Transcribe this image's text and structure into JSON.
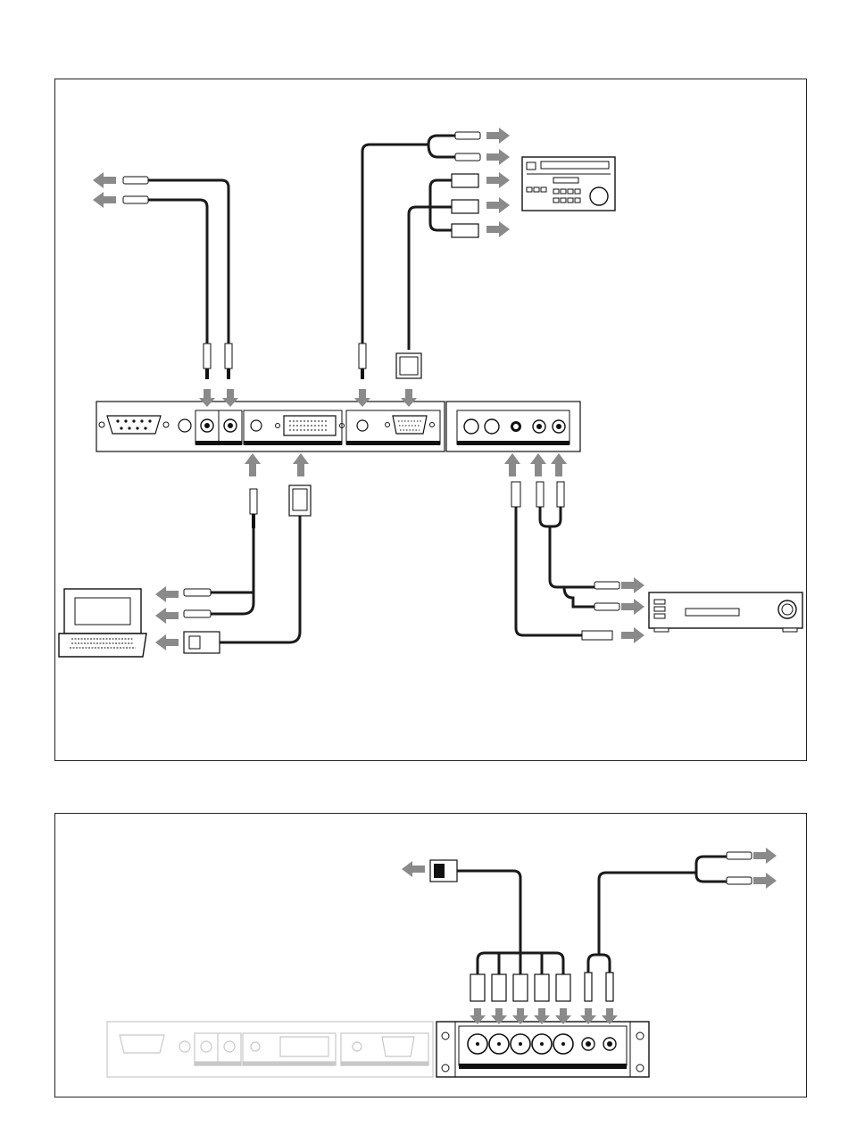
{
  "diagram": {
    "description_free": true,
    "panels": [
      {
        "id": "top",
        "devices": [
          "vcr-deck",
          "computer",
          "vcr"
        ]
      },
      {
        "id": "bottom",
        "devices": [
          "bnc-input-board"
        ]
      }
    ],
    "arrow_color": "#8a8a8a",
    "cable_color": "#1a1a1a",
    "faded_panel_color": "#c8c8c8"
  }
}
